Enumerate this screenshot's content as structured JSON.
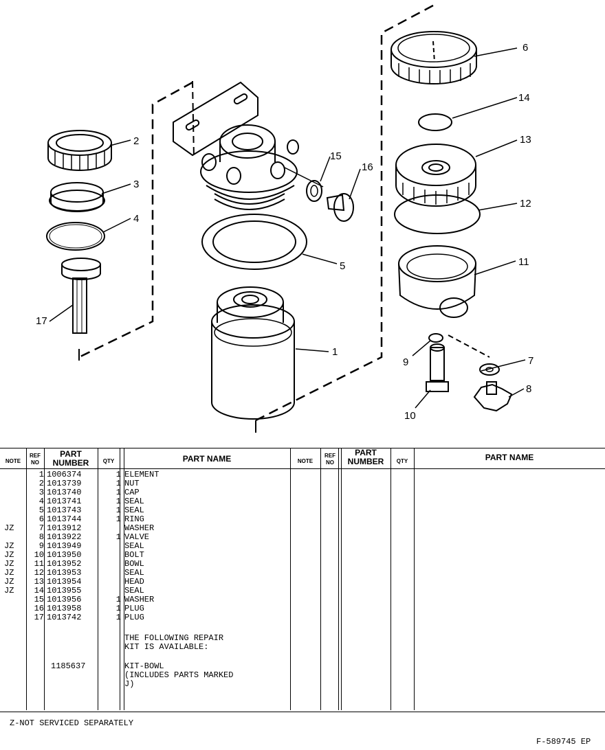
{
  "callouts": [
    "1",
    "2",
    "3",
    "4",
    "5",
    "6",
    "7",
    "8",
    "9",
    "10",
    "11",
    "12",
    "13",
    "14",
    "15",
    "16",
    "17"
  ],
  "table_headers": {
    "note": "NOTE",
    "ref_no_line1": "REF",
    "ref_no_line2": "NO",
    "part_number_line1": "PART",
    "part_number_line2": "NUMBER",
    "qty": "QTY",
    "part_name": "PART NAME"
  },
  "parts": [
    {
      "note": "",
      "ref": "1",
      "part": "1006374",
      "qty": "1",
      "name": "ELEMENT"
    },
    {
      "note": "",
      "ref": "2",
      "part": "1013739",
      "qty": "1",
      "name": "NUT"
    },
    {
      "note": "",
      "ref": "3",
      "part": "1013740",
      "qty": "1",
      "name": "CAP"
    },
    {
      "note": "",
      "ref": "4",
      "part": "1013741",
      "qty": "1",
      "name": "SEAL"
    },
    {
      "note": "",
      "ref": "5",
      "part": "1013743",
      "qty": "1",
      "name": "SEAL"
    },
    {
      "note": "",
      "ref": "6",
      "part": "1013744",
      "qty": "1",
      "name": "RING"
    },
    {
      "note": "JZ",
      "ref": "7",
      "part": "1013912",
      "qty": "",
      "name": "WASHER"
    },
    {
      "note": "",
      "ref": "8",
      "part": "1013922",
      "qty": "1",
      "name": "VALVE"
    },
    {
      "note": "JZ",
      "ref": "9",
      "part": "1013949",
      "qty": "",
      "name": "SEAL"
    },
    {
      "note": "JZ",
      "ref": "10",
      "part": "1013950",
      "qty": "",
      "name": "BOLT"
    },
    {
      "note": "JZ",
      "ref": "11",
      "part": "1013952",
      "qty": "",
      "name": "BOWL"
    },
    {
      "note": "JZ",
      "ref": "12",
      "part": "1013953",
      "qty": "",
      "name": "SEAL"
    },
    {
      "note": "JZ",
      "ref": "13",
      "part": "1013954",
      "qty": "",
      "name": "HEAD"
    },
    {
      "note": "JZ",
      "ref": "14",
      "part": "1013955",
      "qty": "",
      "name": "SEAL"
    },
    {
      "note": "",
      "ref": "15",
      "part": "1013956",
      "qty": "1",
      "name": "WASHER"
    },
    {
      "note": "",
      "ref": "16",
      "part": "1013958",
      "qty": "1",
      "name": "PLUG"
    },
    {
      "note": "",
      "ref": "17",
      "part": "1013742",
      "qty": "1",
      "name": "PLUG"
    }
  ],
  "repair_kit": {
    "intro_line1": "THE FOLLOWING REPAIR",
    "intro_line2": "KIT IS AVAILABLE:",
    "part": "1185637",
    "name_line1": "KIT-BOWL",
    "name_line2": "(INCLUDES PARTS MARKED",
    "name_line3": "J)"
  },
  "footer_note": "Z-NOT SERVICED SEPARATELY",
  "figure_id": "F-589745 EP"
}
